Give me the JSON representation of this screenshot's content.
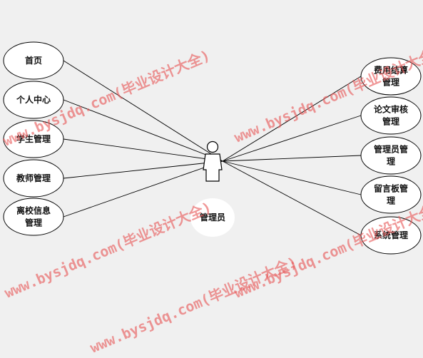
{
  "actor": {
    "label": "管理员"
  },
  "left_use_cases": [
    {
      "lines": [
        "首页"
      ]
    },
    {
      "lines": [
        "个人中心"
      ]
    },
    {
      "lines": [
        "学生管理"
      ]
    },
    {
      "lines": [
        "教师管理"
      ]
    },
    {
      "lines": [
        "离校信息",
        "管理"
      ]
    }
  ],
  "right_use_cases": [
    {
      "lines": [
        "费用结算",
        "管理"
      ]
    },
    {
      "lines": [
        "论文审核",
        "管理"
      ]
    },
    {
      "lines": [
        "管理员管",
        "理"
      ]
    },
    {
      "lines": [
        "留言板管",
        "理"
      ]
    },
    {
      "lines": [
        "系统管理"
      ]
    }
  ],
  "watermark": {
    "text": "www.bysjdq.com(毕业设计大全)"
  },
  "colors": {
    "background": "#f0f0f0",
    "ellipse_fill": "#ffffff",
    "stroke": "#000000",
    "watermark": "#e85a5a"
  }
}
